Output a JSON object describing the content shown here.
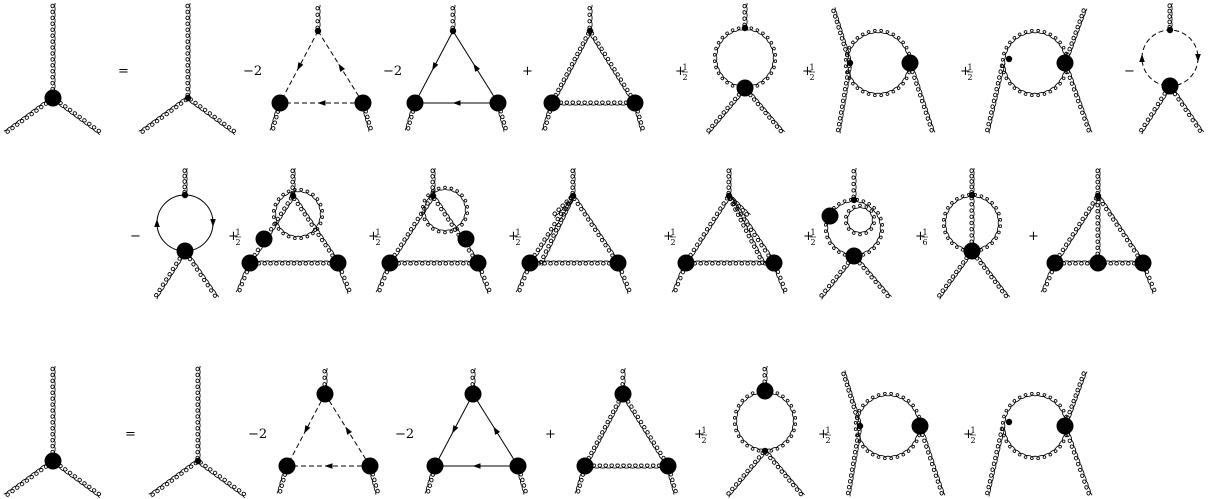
{
  "equations": [
    {
      "lhs_vertex": "dressed",
      "terms": [
        {
          "op": "=",
          "diagram": "bare-vertex"
        },
        {
          "op": "−2",
          "diagram": "ghost-triangle"
        },
        {
          "op": "−2",
          "diagram": "quark-triangle"
        },
        {
          "op": "+",
          "diagram": "gluon-triangle"
        },
        {
          "op": "+",
          "frac": "1/2",
          "diagram": "swordfish"
        },
        {
          "op": "+",
          "frac": "1/2",
          "diagram": "fish-right"
        },
        {
          "op": "+",
          "frac": "1/2",
          "diagram": "fish-left"
        },
        {
          "op": "−",
          "diagram": "ghost-loop"
        }
      ]
    },
    {
      "terms": [
        {
          "op": "−",
          "diagram": "quark-loop"
        },
        {
          "op": "+",
          "frac": "1/2",
          "diagram": "two-loop-a"
        },
        {
          "op": "+",
          "frac": "1/2",
          "diagram": "two-loop-b"
        },
        {
          "op": "+",
          "frac": "1/2",
          "diagram": "two-loop-c"
        },
        {
          "op": "+",
          "frac": "1/2",
          "diagram": "two-loop-d"
        },
        {
          "op": "+",
          "frac": "1/2",
          "diagram": "two-loop-e"
        },
        {
          "op": "+",
          "frac": "1/6",
          "diagram": "sunset"
        },
        {
          "op": "+",
          "diagram": "two-loop-f"
        }
      ]
    },
    {
      "lhs_vertex": "dressed",
      "terms": [
        {
          "op": "=",
          "diagram": "bare-vertex"
        },
        {
          "op": "−2",
          "diagram": "ghost-triangle-dressed"
        },
        {
          "op": "−2",
          "diagram": "quark-triangle-dressed"
        },
        {
          "op": "+",
          "diagram": "gluon-triangle-dressed"
        },
        {
          "op": "+",
          "frac": "1/2",
          "diagram": "swordfish-dressed"
        },
        {
          "op": "+",
          "frac": "1/2",
          "diagram": "fish-right"
        },
        {
          "op": "+",
          "frac": "1/2",
          "diagram": "fish-left"
        }
      ]
    }
  ]
}
